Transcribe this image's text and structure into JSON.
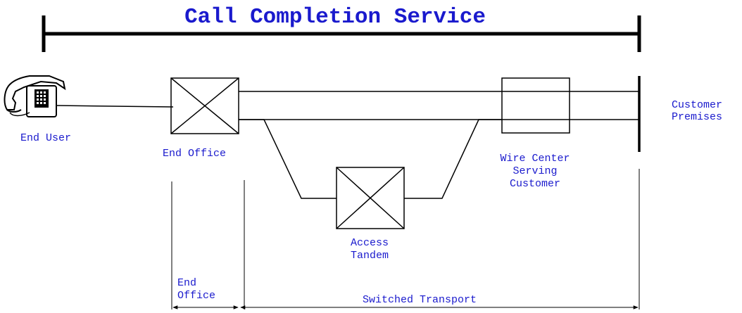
{
  "title": "Call Completion Service",
  "nodes": {
    "end_user": "End User",
    "end_office": "End Office",
    "access_tandem": [
      "Access",
      "Tandem"
    ],
    "wire_center": [
      "Wire Center",
      "Serving",
      "Customer"
    ],
    "customer_premises": [
      "Customer",
      "Premises"
    ]
  },
  "spans": {
    "end_office": [
      "End",
      "Office"
    ],
    "switched_transport": "Switched Transport"
  },
  "colors": {
    "label": "#1a1acd",
    "line": "#000000"
  }
}
